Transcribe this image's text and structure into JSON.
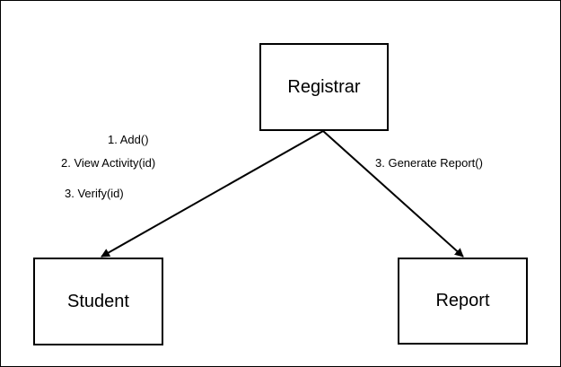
{
  "nodes": {
    "registrar": "Registrar",
    "student": "Student",
    "report": "Report"
  },
  "messages": {
    "registrar_to_student": [
      "1. Add()",
      "2. View Activity(id)",
      "3. Verify(id)"
    ],
    "registrar_to_report": [
      "3. Generate Report()"
    ]
  },
  "colors": {
    "line": "#000000",
    "background": "#ffffff"
  }
}
